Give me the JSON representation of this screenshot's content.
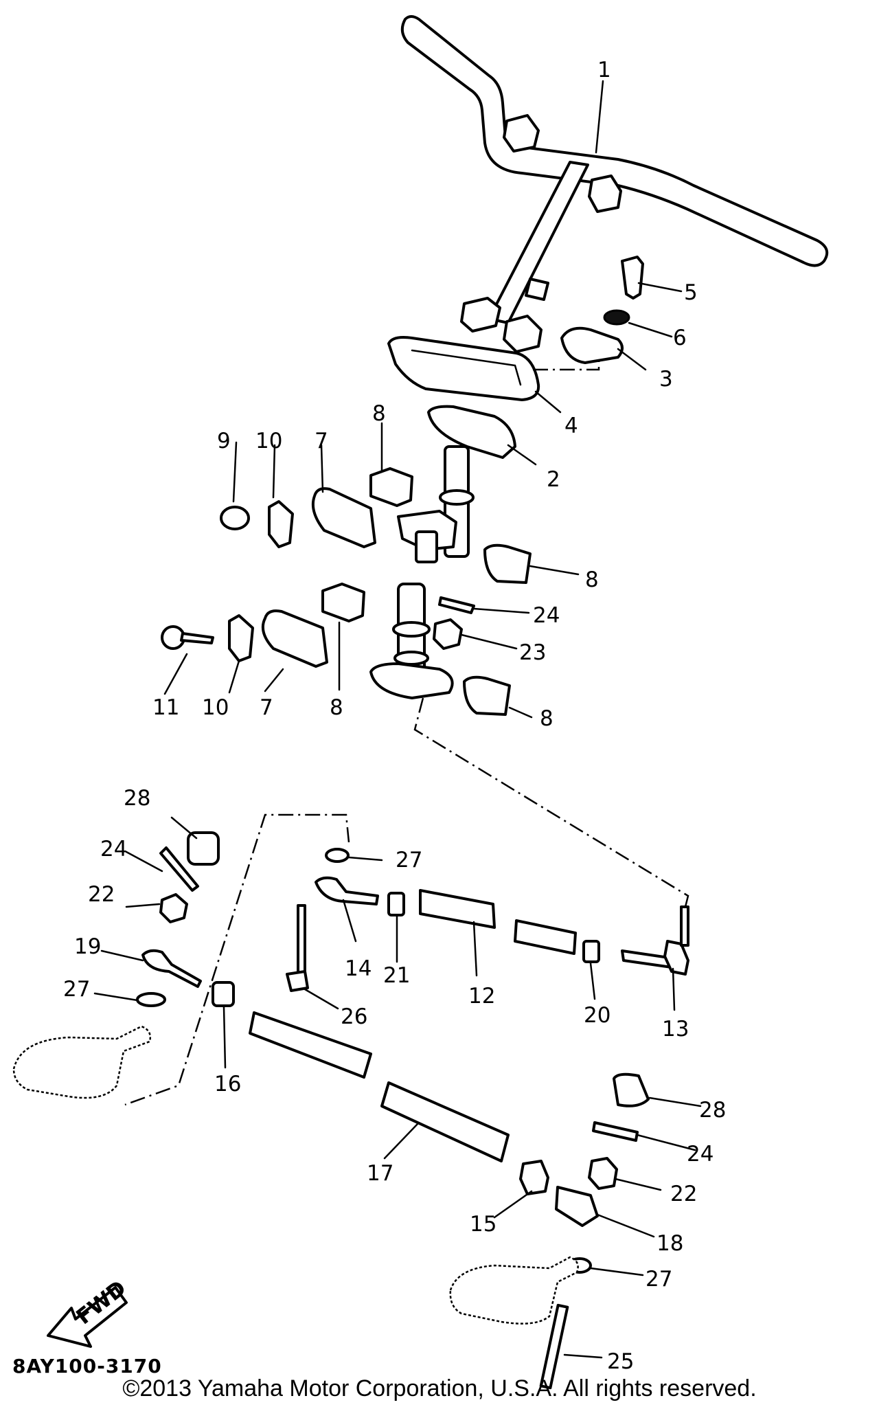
{
  "diagram": {
    "code": "8AY100-3170",
    "copyright": "©2013 Yamaha Motor Corporation, U.S.A. All rights reserved.",
    "direction_badge": "FWD",
    "labels": [
      "1",
      "5",
      "6",
      "3",
      "4",
      "2",
      "8",
      "9",
      "10",
      "7",
      "8",
      "24",
      "23",
      "11",
      "10",
      "7",
      "8",
      "8",
      "28",
      "27",
      "24",
      "22",
      "14",
      "21",
      "12",
      "20",
      "13",
      "19",
      "27",
      "26",
      "16",
      "28",
      "24",
      "17",
      "22",
      "15",
      "18",
      "27",
      "25"
    ]
  }
}
